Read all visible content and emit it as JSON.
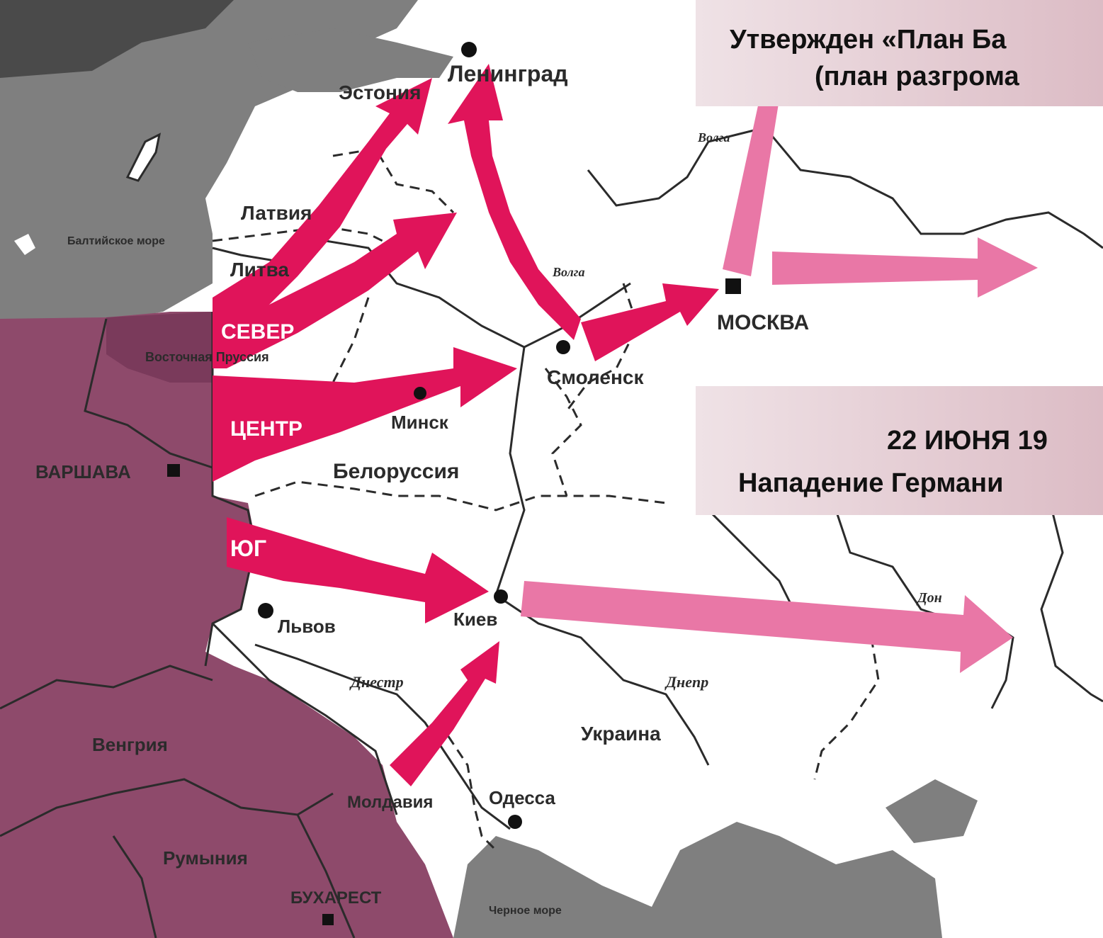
{
  "colors": {
    "sea": "#7f7f7f",
    "sea_dark": "#4a4a4a",
    "axis_land": "#8e4a6b",
    "ussr_land": "#ffffff",
    "arrow_main": "#e0145a",
    "arrow_secondary": "#e977a6",
    "border_line": "#2b2b2b"
  },
  "map_labels": {
    "leningrad": "Ленинград",
    "estonia": "Эстония",
    "latvia": "Латвия",
    "lithuania": "Литва",
    "moscow": "МОСКВА",
    "smolensk": "Смоленск",
    "minsk": "Минск",
    "belorussia": "Белоруссия",
    "warsaw": "ВАРШАВА",
    "lvov": "Львов",
    "kiev": "Киев",
    "ukraine": "Украина",
    "moldavia": "Молдавия",
    "odessa": "Одесса",
    "hungary": "Венгрия",
    "romania": "Румыния",
    "bucharest": "БУХАРЕСТ",
    "baltic_sea": "Балтийское море",
    "black_sea": "Черное море",
    "east_prussia": "Восточная Пруссия",
    "river_dnestr": "Днестр",
    "river_dnepr": "Днепр",
    "river_don": "Дон",
    "river_volga_1": "Волга",
    "river_volga_2": "Волга"
  },
  "army_groups": {
    "north": "СЕВЕР",
    "center": "ЦЕНТР",
    "south": "ЮГ"
  },
  "info_boxes": {
    "top": {
      "line1": "Утвержден «План Ба",
      "line2": "(план разгрома"
    },
    "middle": {
      "line1": "22 ИЮНЯ 19",
      "line2": "Нападение Германи"
    }
  }
}
